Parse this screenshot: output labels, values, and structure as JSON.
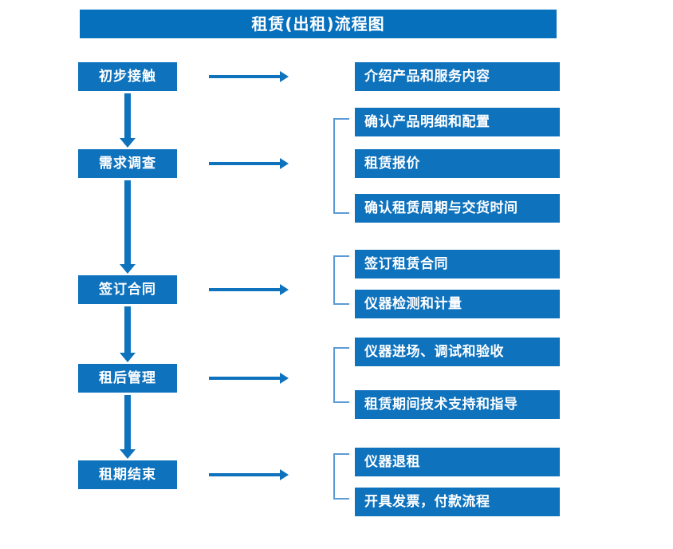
{
  "title": {
    "text": "租赁(出租)流程图",
    "background": "#0770BD",
    "color": "#ffffff"
  },
  "theme": {
    "box_blue": "#0F72BD",
    "title_blue": "#0770BD",
    "bracket_blue": "#5B9BD5",
    "page_background": "#ffffff",
    "text_color": "#ffffff"
  },
  "stages": [
    {
      "label": "初步接触"
    },
    {
      "label": "需求调查"
    },
    {
      "label": "签订合同"
    },
    {
      "label": "租后管理"
    },
    {
      "label": "租期结束"
    }
  ],
  "details": [
    {
      "label": "介绍产品和服务内容"
    },
    {
      "label": "确认产品明细和配置"
    },
    {
      "label": "租赁报价"
    },
    {
      "label": "确认租赁周期与交货时间"
    },
    {
      "label": "签订租赁合同"
    },
    {
      "label": "仪器检测和计量"
    },
    {
      "label": "仪器进场、调试和验收"
    },
    {
      "label": "租赁期间技术支持和指导"
    },
    {
      "label": "仪器退租"
    },
    {
      "label": "开具发票，付款流程"
    }
  ],
  "flow": {
    "stage_to_detail_arrow": "right-arrow",
    "stage_to_stage_arrow": "down-arrow",
    "group_bracket": "square-bracket"
  }
}
